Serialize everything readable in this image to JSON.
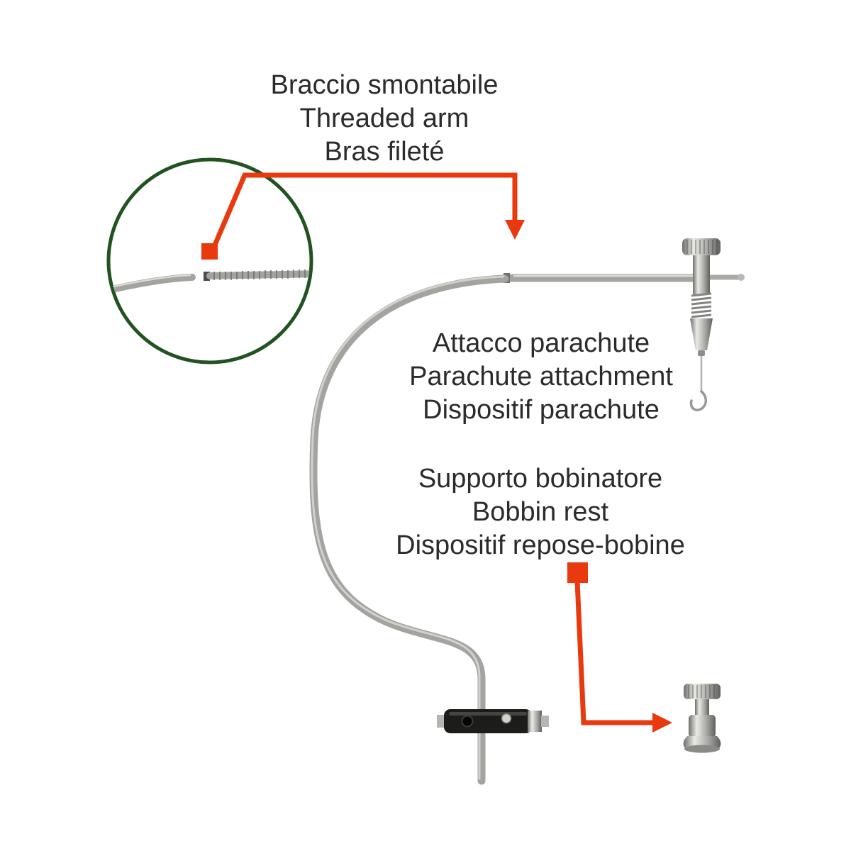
{
  "colors": {
    "accent_red": "#e8390f",
    "circle_green": "#215321",
    "metal_gray": "#a3a39f",
    "metal_highlight": "#d9d9d5",
    "text": "#2b2b2b",
    "clamp_black": "#1c1c1a",
    "background": "#ffffff"
  },
  "labels": {
    "threaded_arm": {
      "it": "Braccio smontabile",
      "en": "Threaded arm",
      "fr": "Bras fileté"
    },
    "parachute_attachment": {
      "it": "Attacco parachute",
      "en": "Parachute attachment",
      "fr": "Dispositif parachute"
    },
    "bobbin_rest": {
      "it": "Supporto bobinatore",
      "en": "Bobbin rest",
      "fr": "Dispositif repose-bobine"
    }
  }
}
